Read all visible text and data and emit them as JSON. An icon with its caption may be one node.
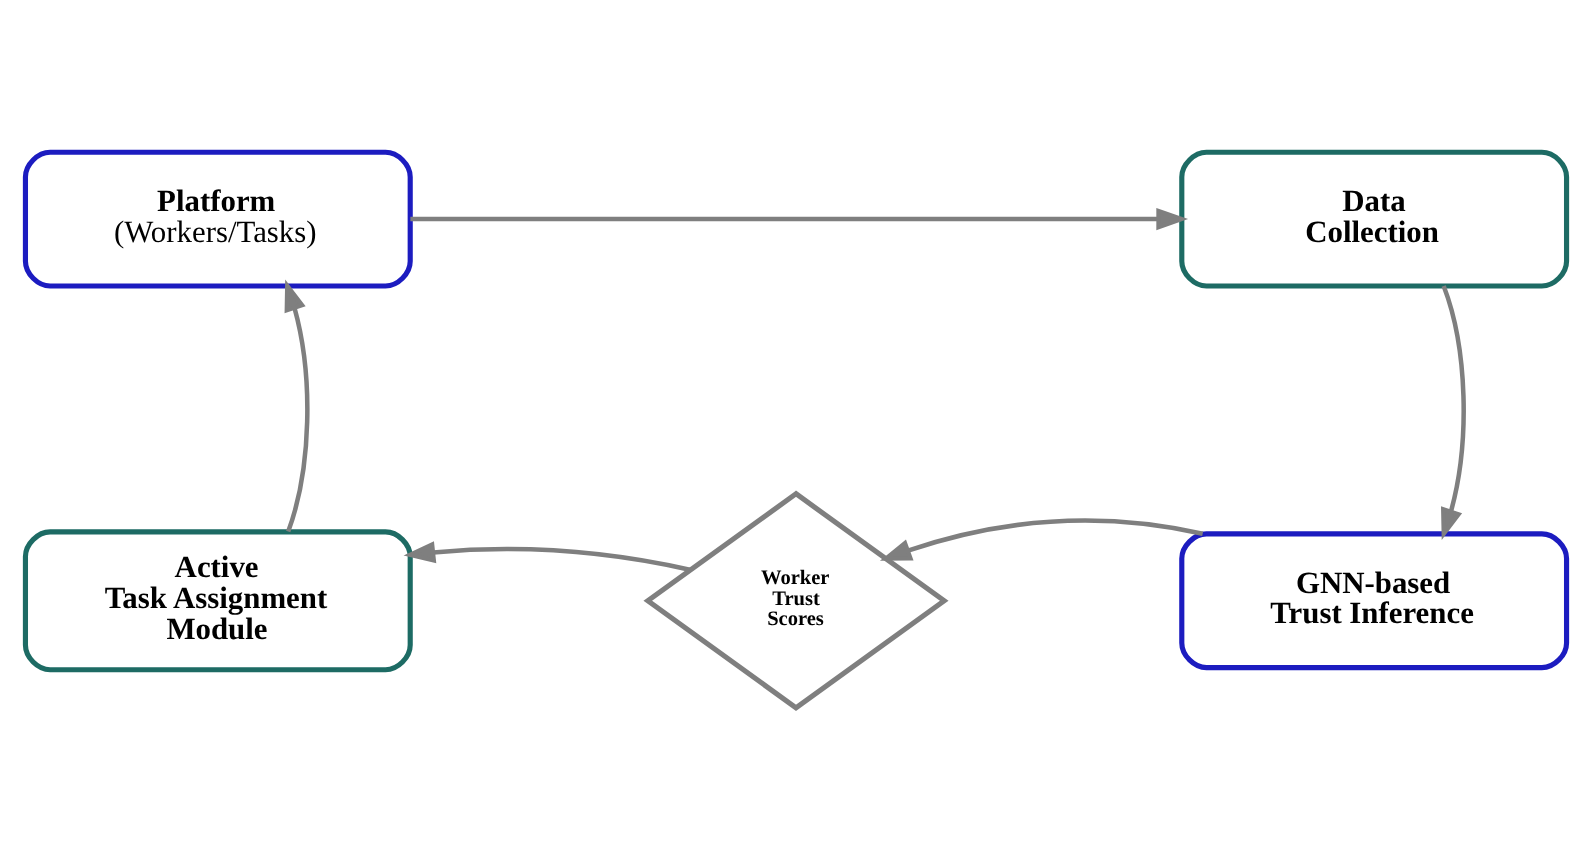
{
  "diagram": {
    "nodes": [
      {
        "text": [
          "Platform",
          "(Workers/Tasks)"
        ]
      },
      {
        "text": [
          "Data Collection"
        ]
      },
      {
        "text": [
          "GNN-based Trust Inference"
        ]
      },
      {
        "text": [
          "Worker Trust Scores"
        ]
      },
      {
        "text": [
          "Active Task Assignment Module"
        ]
      }
    ],
    "edges": [
      {
        "from": 0,
        "to": 1,
        "arrow": "to"
      },
      {
        "from": 1,
        "to": 2,
        "arrow": "to"
      },
      {
        "from": 2,
        "to": 3,
        "arrow": "to"
      },
      {
        "from": 3,
        "to": 4,
        "arrow": "to"
      },
      {
        "from": 4,
        "to": 0,
        "arrow": "to"
      }
    ]
  }
}
